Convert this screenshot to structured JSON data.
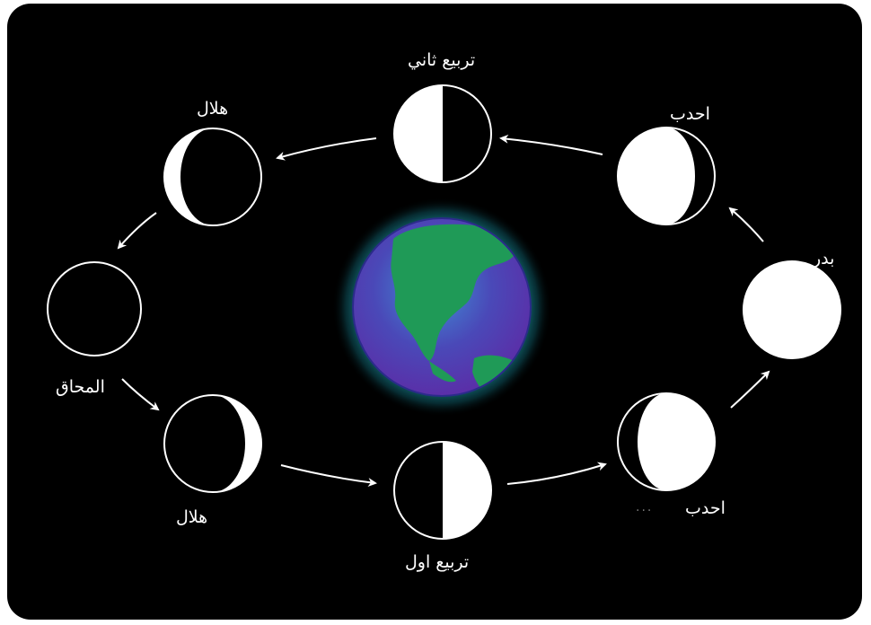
{
  "labels": {
    "new_moon": "المحاق",
    "waxing_crescent": "هلال",
    "first_quarter": "تربيع اول",
    "waxing_gibbous": "احدب",
    "full_moon": "بدر",
    "waning_gibbous": "احدب",
    "third_quarter": "تربيع ثاني",
    "waning_crescent": "هلال"
  },
  "colors": {
    "background": "#000000",
    "moon_lit": "#ffffff",
    "moon_outline": "#ffffff",
    "earth_glow": "#2fd6d8",
    "earth_ocean": "#4a49b8",
    "earth_land": "#1f9a57",
    "arrow": "#ffffff"
  },
  "icons": {
    "earth": "earth-globe-icon",
    "arrows": "orbit-arrow-icon"
  }
}
